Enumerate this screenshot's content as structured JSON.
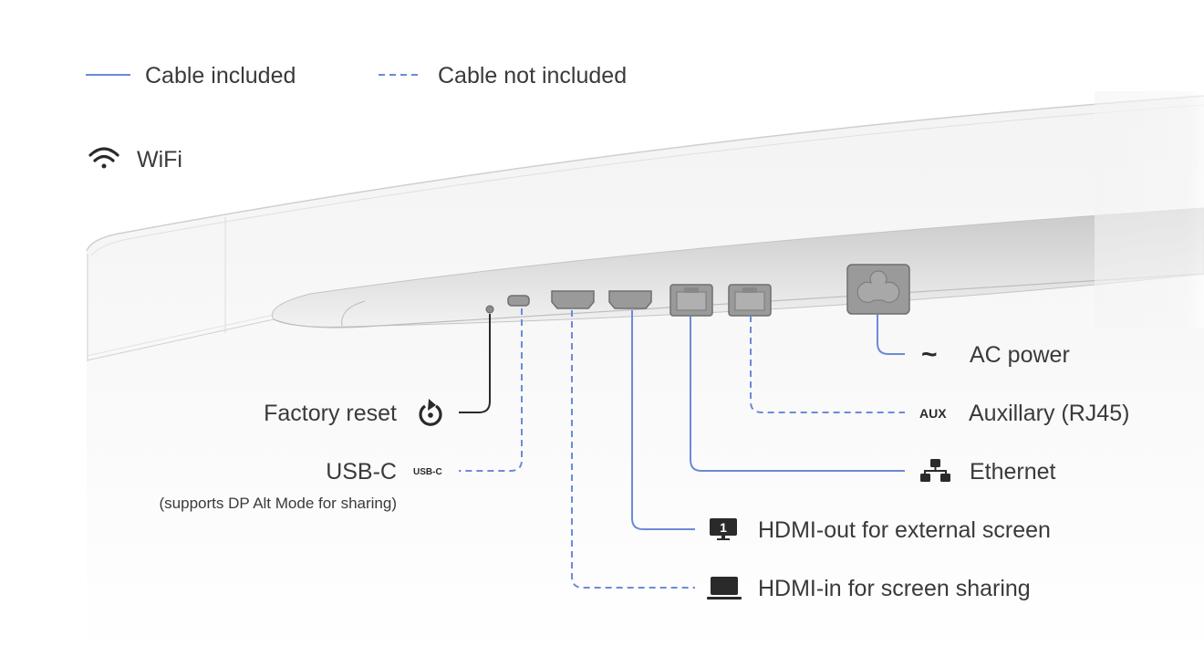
{
  "legend": {
    "included": "Cable included",
    "not_included": "Cable not included"
  },
  "wifi": {
    "label": "WiFi"
  },
  "ports": {
    "factory_reset": {
      "label": "Factory reset",
      "cable": "included-black"
    },
    "usb_c": {
      "label": "USB-C",
      "tag": "USB-C",
      "note": "(supports DP Alt Mode for sharing)",
      "cable": "not included"
    },
    "hdmi_in": {
      "label": "HDMI-in for screen sharing",
      "cable": "not included"
    },
    "hdmi_out": {
      "label": "HDMI-out for external screen",
      "icon_number": "1",
      "cable": "included"
    },
    "ethernet": {
      "label": "Ethernet",
      "cable": "included"
    },
    "aux": {
      "label": "Auxillary (RJ45)",
      "tag": "AUX",
      "cable": "not included"
    },
    "ac_power": {
      "label": "AC power",
      "symbol": "~",
      "cable": "included"
    }
  },
  "colors": {
    "cable": "#6a8bd8",
    "text": "#3a3a3a",
    "reset_line": "#2a2a2a"
  }
}
